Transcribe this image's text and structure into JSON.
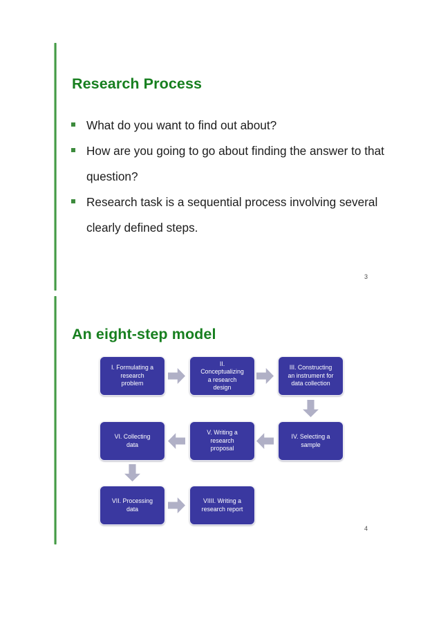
{
  "document": {
    "type": "presentation-handout",
    "background_color": "#ffffff"
  },
  "theme": {
    "accent_green": "#177f1f",
    "bar_green": "#3d8b3d",
    "box_blue": "#3a38a0",
    "arrow_gray": "#b0b0c6",
    "body_text": "#1c1c1c"
  },
  "slides": [
    {
      "id": "slide-1",
      "title": "Research Process",
      "page_number": "3",
      "bullets": [
        "What do you want to find out about?",
        "How are you going to go about finding the answer to that question?",
        "Research task is a sequential process involving several clearly defined steps."
      ]
    },
    {
      "id": "slide-2",
      "title": "An eight-step model",
      "page_number": "4"
    }
  ],
  "chart_data": {
    "type": "diagram",
    "title": "An eight-step model",
    "layout": "flowchart-serpentine-3-columns",
    "nodes": [
      {
        "id": "step-1",
        "label": "I. Formulating a research problem",
        "row": 1,
        "col": 1
      },
      {
        "id": "step-2",
        "label": "II. Conceptualizing a research design",
        "row": 1,
        "col": 2
      },
      {
        "id": "step-3",
        "label": "III. Constructing an instrument for data collection",
        "row": 1,
        "col": 3
      },
      {
        "id": "step-4",
        "label": "IV. Selecting a sample",
        "row": 2,
        "col": 3
      },
      {
        "id": "step-5",
        "label": "V. Writing a research proposal",
        "row": 2,
        "col": 2
      },
      {
        "id": "step-6",
        "label": "VI. Collecting data",
        "row": 2,
        "col": 1
      },
      {
        "id": "step-7",
        "label": "VII. Processing data",
        "row": 3,
        "col": 1
      },
      {
        "id": "step-8",
        "label": "VIIII. Writing a research report",
        "row": 3,
        "col": 2
      }
    ],
    "node_lines": {
      "step-1": [
        "I. Formulating a",
        "research",
        "problem"
      ],
      "step-2": [
        "II.",
        "Conceptualizing",
        "a research",
        "design"
      ],
      "step-3": [
        "III. Constructing",
        "an instrument for",
        "data collection"
      ],
      "step-4": [
        "IV. Selecting  a",
        "sample"
      ],
      "step-5": [
        "V. Writing a",
        "research",
        "proposal"
      ],
      "step-6": [
        "VI. Collecting",
        "data"
      ],
      "step-7": [
        "VII. Processing",
        "data"
      ],
      "step-8": [
        "VIIII. Writing a",
        "research  report"
      ]
    },
    "edges": [
      {
        "from": "step-1",
        "to": "step-2",
        "direction": "right"
      },
      {
        "from": "step-2",
        "to": "step-3",
        "direction": "right"
      },
      {
        "from": "step-3",
        "to": "step-4",
        "direction": "down"
      },
      {
        "from": "step-4",
        "to": "step-5",
        "direction": "left"
      },
      {
        "from": "step-5",
        "to": "step-6",
        "direction": "left"
      },
      {
        "from": "step-6",
        "to": "step-7",
        "direction": "down"
      },
      {
        "from": "step-7",
        "to": "step-8",
        "direction": "right"
      }
    ]
  }
}
